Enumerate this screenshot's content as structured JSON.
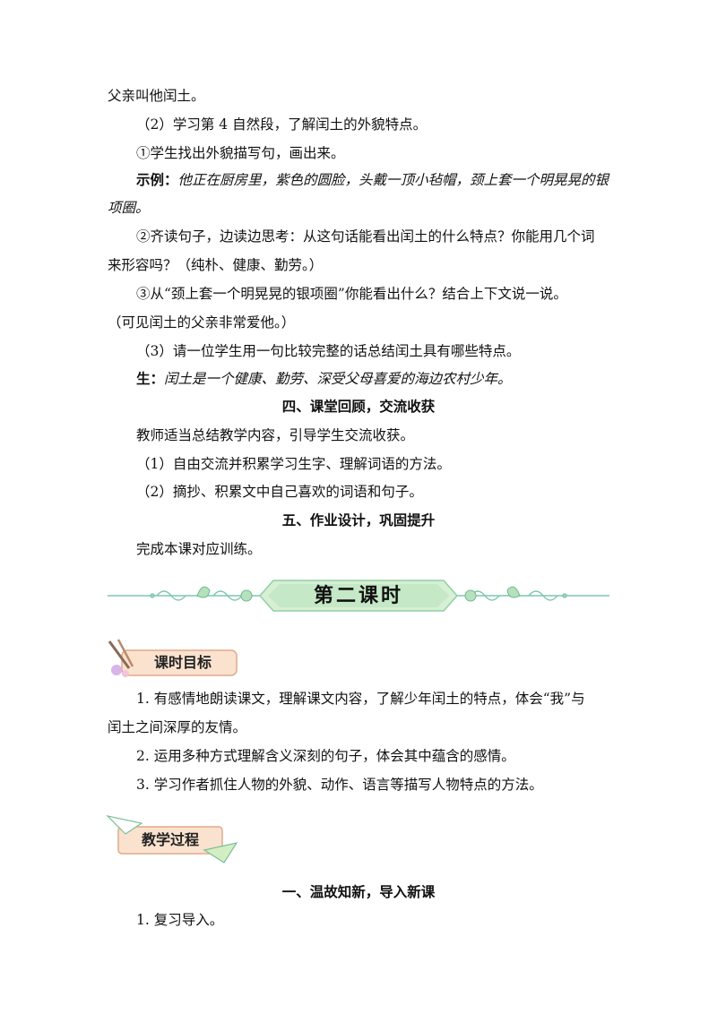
{
  "lines": {
    "l1": "父亲叫他闰土。",
    "l2": "（2）学习第 4 自然段，了解闰土的外貌特点。",
    "l3": "①学生找出外貌描写句，画出来。",
    "ex_label": "示例：",
    "ex_text1": "他正在厨房里，紫色的圆脸，头戴一顶小毡帽，颈上套一个明晃晃的银",
    "ex_text2": "项圈。",
    "l4a": "②齐读句子，边读边思考：从这句话能看出闰土的什么特点？你能用几个词",
    "l4b": "来形容吗？（纯朴、健康、勤劳。）",
    "l5a": "③从“颈上套一个明晃晃的银项圈”你能看出什么？结合上下文说一说。",
    "l5b": "（可见闰土的父亲非常爱他。）",
    "l6": "（3）请一位学生用一句比较完整的话总结闰土具有哪些特点。",
    "sheng_label": "生：",
    "sheng_text": "闰土是一个健康、勤劳、深受父母喜爱的海边农村少年。",
    "h4": "四、课堂回顾，交流收获",
    "l7": "教师适当总结教学内容，引导学生交流收获。",
    "l8": "（1）自由交流并积累学习生字、理解词语的方法。",
    "l9": "（2）摘抄、积累文中自己喜欢的词语和句子。",
    "h5": "五、作业设计，巩固提升",
    "l10": "完成本课对应训练。",
    "banner_title": "第二课时",
    "label_goal": "课时目标",
    "g1a": "1. 有感情地朗读课文，理解课文内容，了解少年闰土的特点，体会“我”与",
    "g1b": "闰土之间深厚的友情。",
    "g2": "2. 运用多种方式理解含义深刻的句子，体会其中蕴含的感情。",
    "g3": "3. 学习作者抓住人物的外貌、动作、语言等描写人物特点的方法。",
    "label_process": "教学过程",
    "h1": "一、温故知新，导入新课",
    "l11": "1. 复习导入。"
  }
}
